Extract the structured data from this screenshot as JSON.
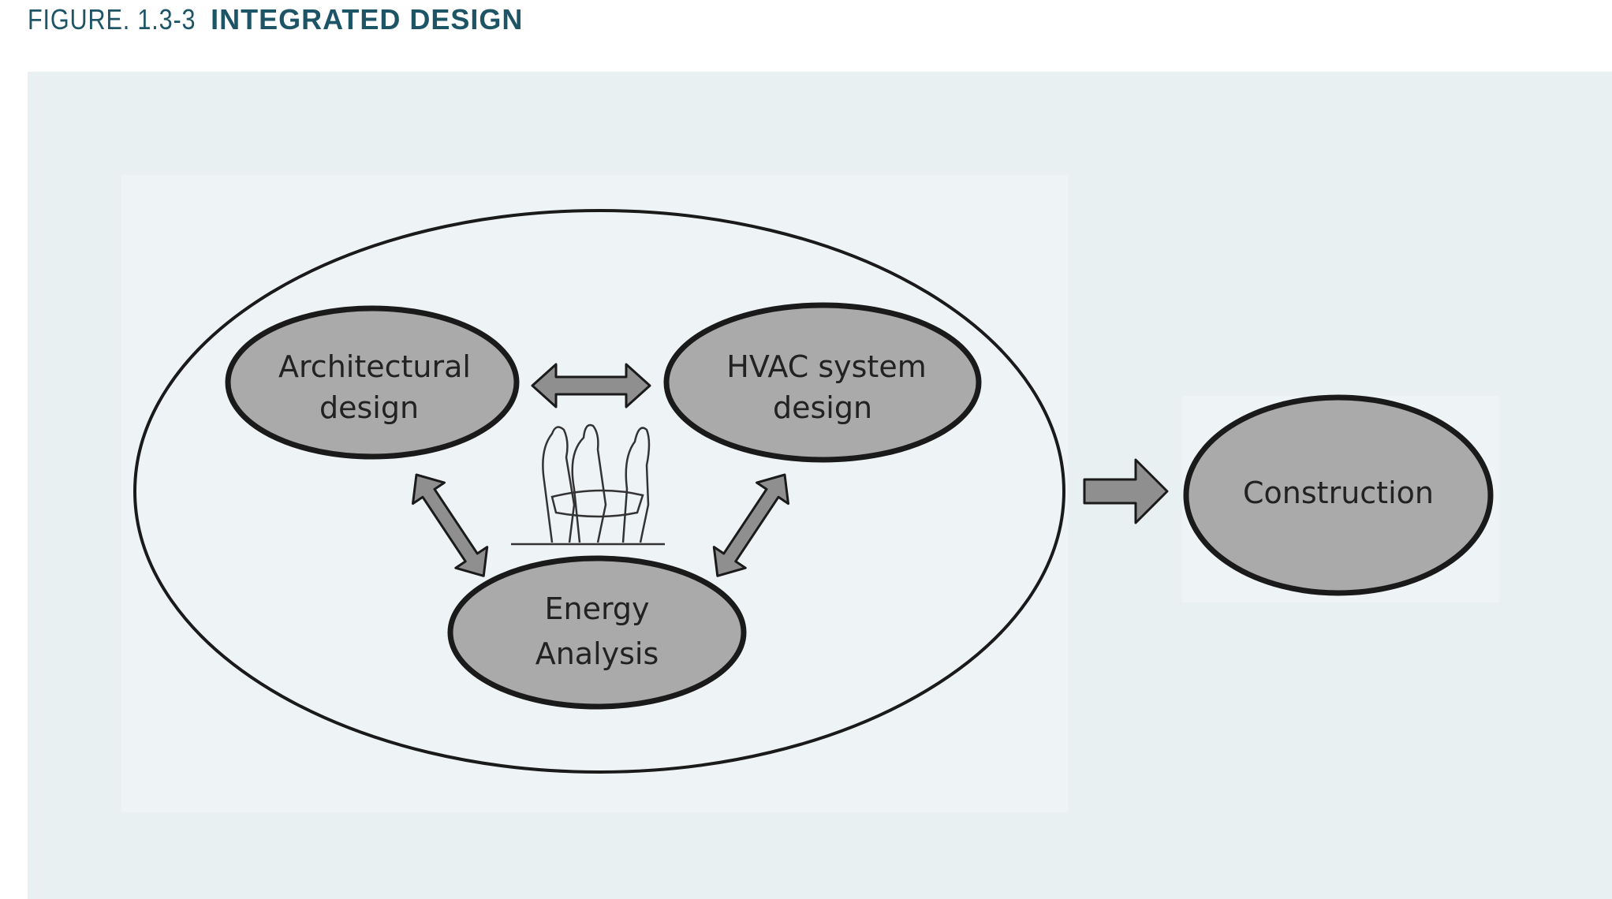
{
  "figure": {
    "number": "FIGURE. 1.3-3",
    "title": "INTEGRATED DESIGN"
  },
  "nodes": {
    "architectural": {
      "line1": "Architectural",
      "line2": "design"
    },
    "hvac": {
      "line1": "HVAC system",
      "line2": "design"
    },
    "energy": {
      "line1": "Energy",
      "line2": "Analysis"
    },
    "construction": {
      "line1": "Construction"
    }
  },
  "colors": {
    "title": "#1d5566",
    "panel": "#e8f0f2",
    "node_fill": "#aaaaaa",
    "stroke": "#1a1a1a"
  }
}
